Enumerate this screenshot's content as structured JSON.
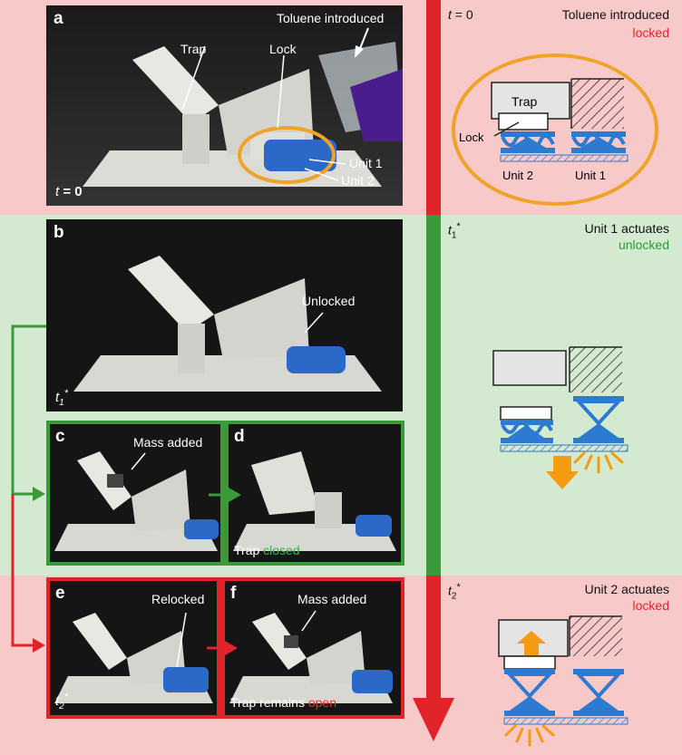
{
  "panels": {
    "a": {
      "label": "a",
      "time_var": "t",
      "time_eq": " = 0",
      "top_annotation": "Toluene introduced",
      "trap": "Trap",
      "lock": "Lock",
      "unit1": "Unit 1",
      "unit2": "Unit 2"
    },
    "b": {
      "label": "b",
      "time_var": "t",
      "time_sub": "1",
      "time_sup": "*",
      "annotation": "Unlocked"
    },
    "c": {
      "label": "c",
      "annotation": "Mass added"
    },
    "d": {
      "label": "d",
      "caption_pre": "Trap ",
      "caption_state": "closed"
    },
    "e": {
      "label": "e",
      "annotation": "Relocked",
      "time_var": "t",
      "time_sub": "2",
      "time_sup": "*"
    },
    "f": {
      "label": "f",
      "annotation": "Mass added",
      "caption_pre": "Trap remains ",
      "caption_state": "open"
    }
  },
  "rows": [
    {
      "time_var": "t",
      "time_eq": " = 0",
      "title": "Toluene introduced",
      "state": "locked",
      "state_color": "#e0242a"
    },
    {
      "time_var": "t",
      "time_sub": "1",
      "time_sup": "*",
      "title": "Unit 1 actuates",
      "state": "unlocked",
      "state_color": "#2e9a35"
    },
    {
      "time_var": "t",
      "time_sub": "2",
      "time_sup": "*",
      "title": "Unit 2 actuates",
      "state": "locked",
      "state_color": "#e0242a"
    }
  ],
  "diagram": {
    "trap": "Trap",
    "lock": "Lock",
    "unit2": "Unit 2",
    "unit1": "Unit 1"
  },
  "colors": {
    "red_band": "#f7c9c9",
    "green_band": "#d3ead1",
    "red": "#e0242a",
    "green": "#3a9a3a",
    "blue": "#2d7bd0",
    "orange": "#f39c12",
    "ellipse": "#f0a32a"
  }
}
